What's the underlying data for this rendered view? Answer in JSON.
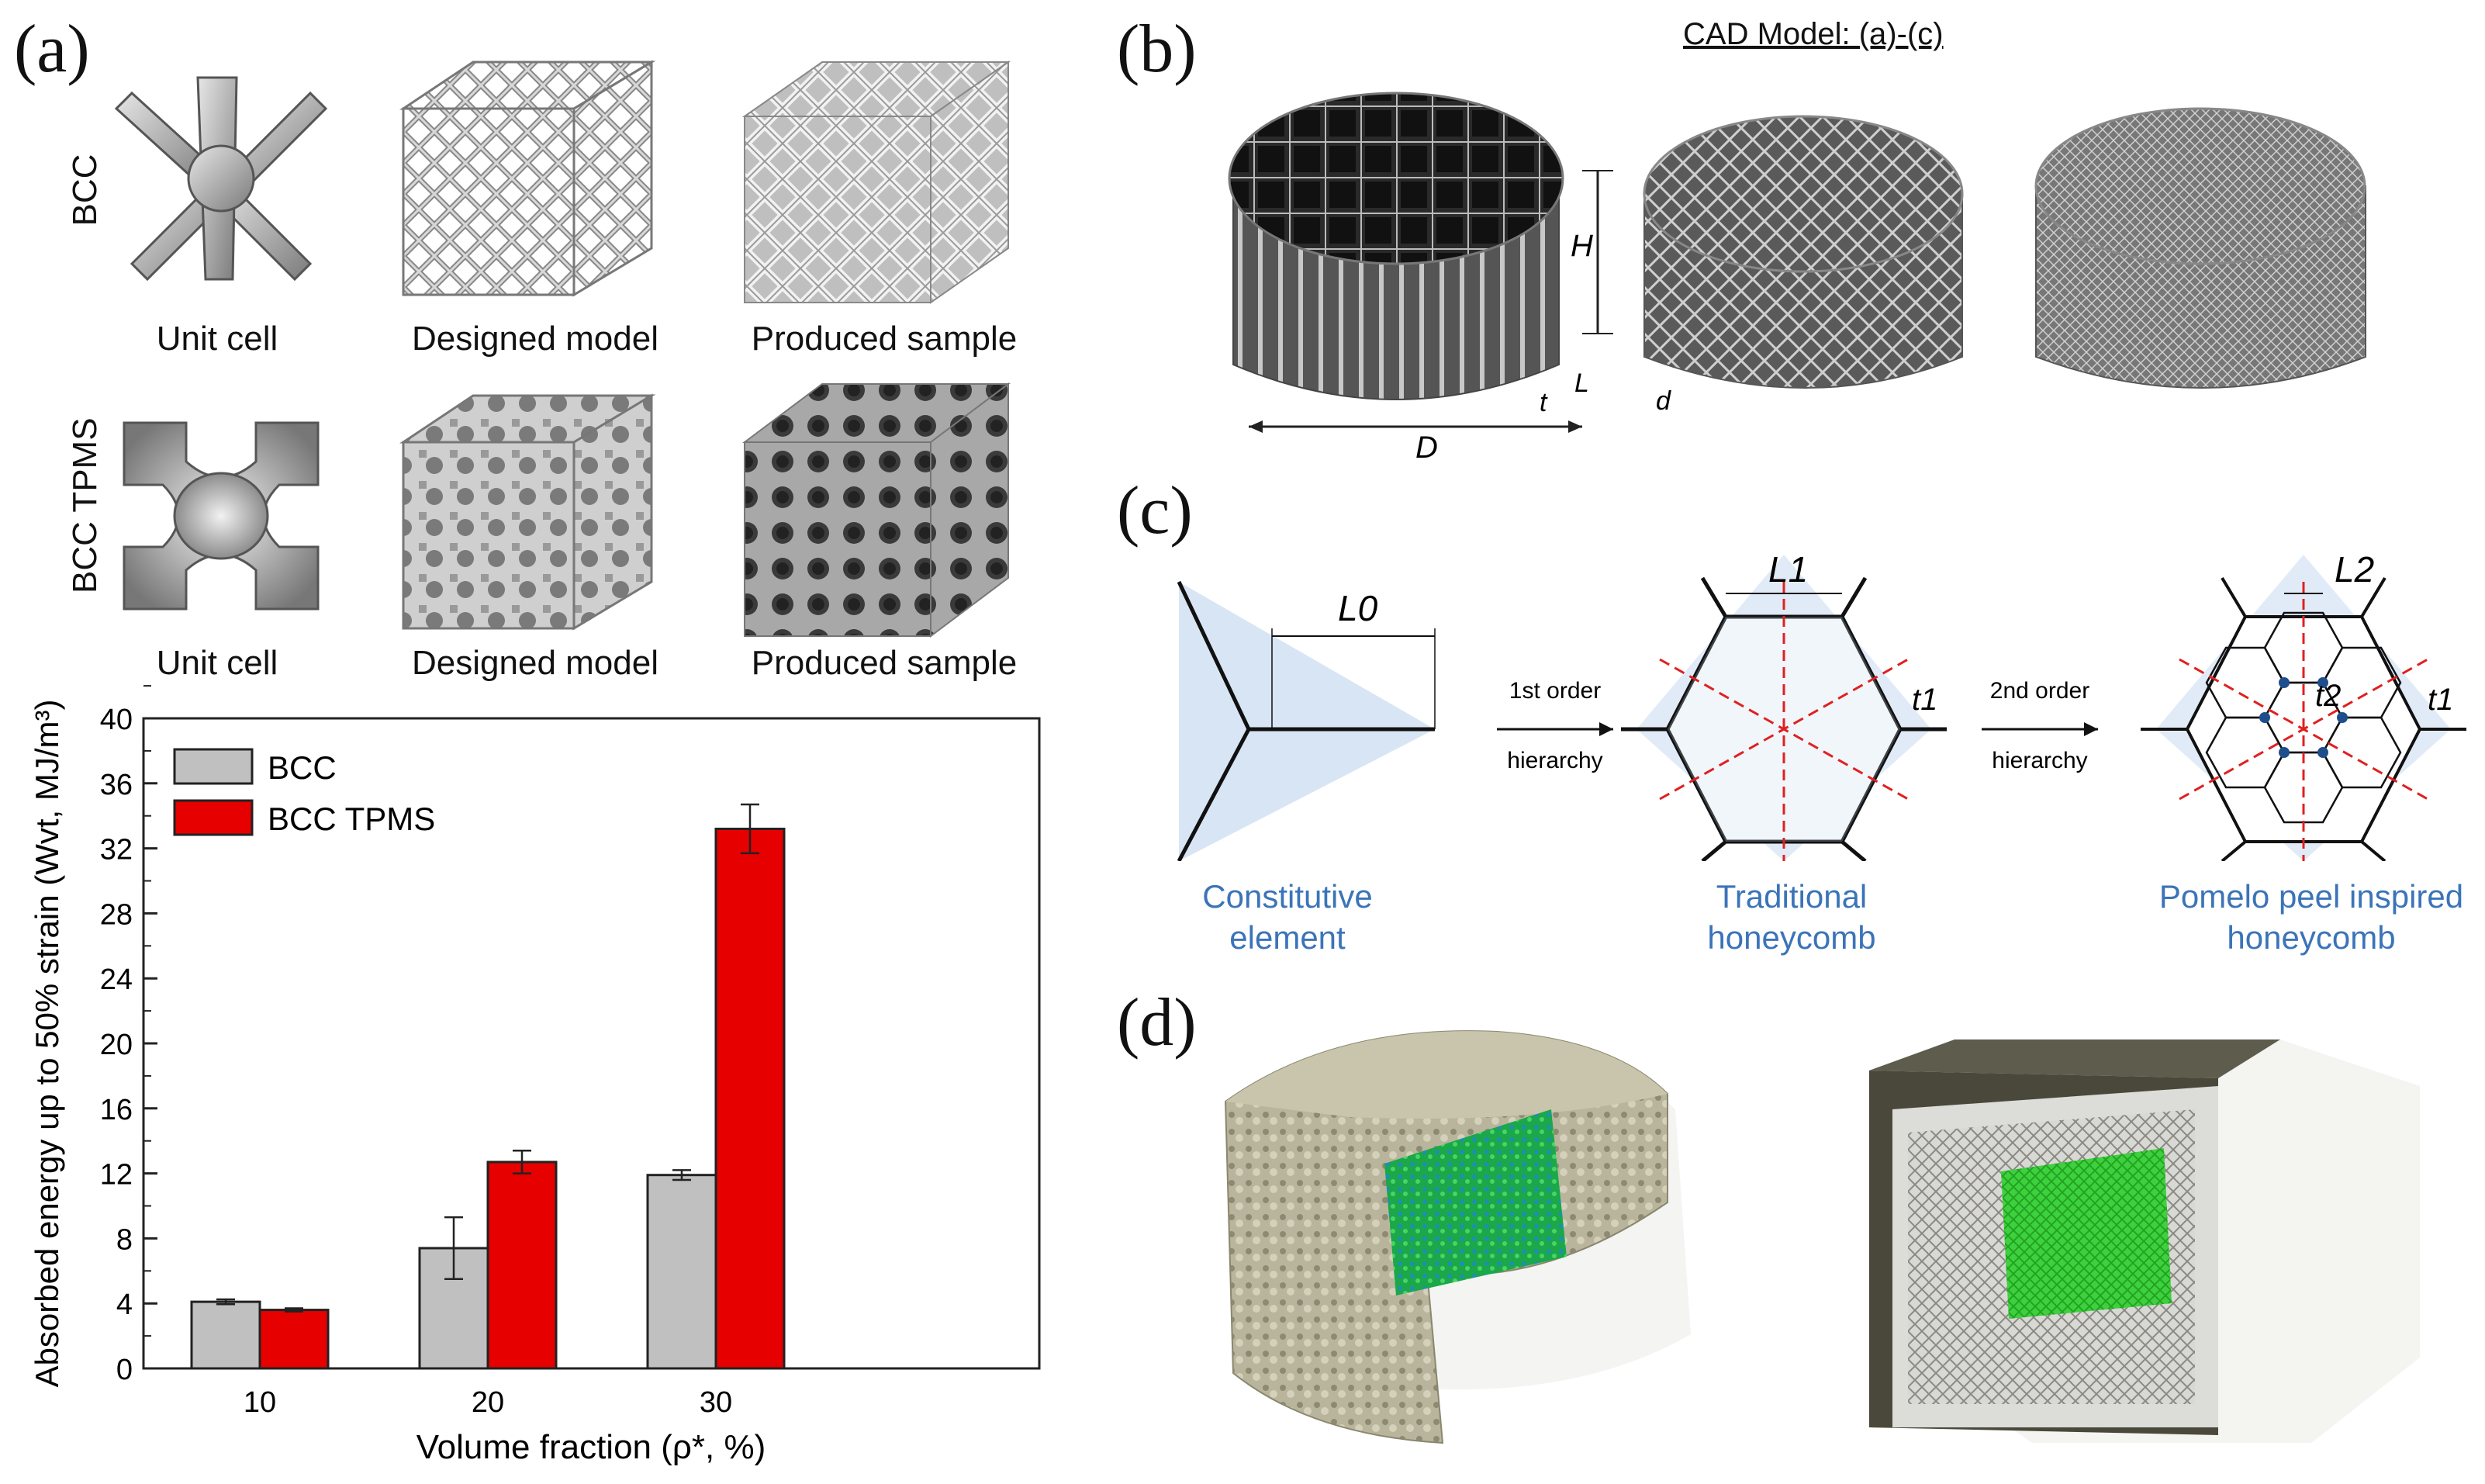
{
  "panel_a": {
    "label": "(a)",
    "rows": [
      {
        "name": "BCC",
        "captions": [
          "Unit cell",
          "Designed model",
          "Produced sample"
        ]
      },
      {
        "name": "BCC TPMS",
        "captions": [
          "Unit cell",
          "Designed model",
          "Produced sample"
        ]
      }
    ]
  },
  "chart_data": {
    "type": "bar",
    "categories": [
      "10",
      "20",
      "30"
    ],
    "series": [
      {
        "name": "BCC",
        "values": [
          4.1,
          7.4,
          11.9
        ],
        "errors": [
          0.15,
          1.9,
          0.3
        ],
        "color": "#c0c0c0"
      },
      {
        "name": "BCC TPMS",
        "values": [
          3.6,
          12.7,
          33.2
        ],
        "errors": [
          0.1,
          0.7,
          1.5
        ],
        "color": "#e60000"
      }
    ],
    "xlabel": "Volume fraction (ρ*, %)",
    "ylabel": "Absorbed energy up to 50% strain (Wvt, MJ/m³)",
    "ylim": [
      0,
      40
    ],
    "yticks": [
      "0",
      "4",
      "8",
      "12",
      "16",
      "20",
      "24",
      "28",
      "32",
      "36",
      "40"
    ],
    "legend": "top-left",
    "grid": false
  },
  "panel_b": {
    "label": "(b)",
    "title": "CAD Model: (a)-(c)",
    "dims": {
      "H": "H",
      "D": "D",
      "t": "t",
      "L": "L",
      "d": "d"
    }
  },
  "panel_c": {
    "label": "(c)",
    "L0": "L0",
    "L1": "L1",
    "L2": "L2",
    "t1": "t1",
    "t2": "t2",
    "arrow1_top": "1st order",
    "arrow1_bottom": "hierarchy",
    "arrow2_top": "2nd order",
    "arrow2_bottom": "hierarchy",
    "cap1": [
      "Constitutive",
      "element"
    ],
    "cap2": [
      "Traditional",
      "honeycomb"
    ],
    "cap3": [
      "Pomelo peel inspired",
      "honeycomb"
    ]
  },
  "panel_d": {
    "label": "(d)"
  },
  "colors": {
    "bcc": "#c0c0c0",
    "tpms": "#e60000",
    "caption_blue": "#3b74b8",
    "highlight": "#c8daf0"
  }
}
